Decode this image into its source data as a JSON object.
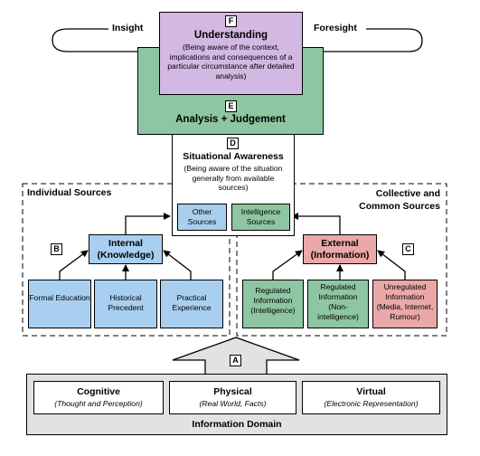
{
  "top": {
    "insight_label": "Insight",
    "foresight_label": "Foresight",
    "understanding": {
      "badge": "F",
      "title": "Understanding",
      "description": "(Being aware of the context, implications and consequences of a particular circumstance after detailed analysis)"
    },
    "analysis": {
      "badge": "E",
      "title": "Analysis + Judgement"
    },
    "situational": {
      "badge": "D",
      "title": "Situational Awareness",
      "description": "(Being aware of the situation generally from available sources)",
      "other_sources": "Other Sources",
      "intelligence_sources": "Intelligence Sources"
    }
  },
  "individual": {
    "section_title": "Individual Sources",
    "badge": "B",
    "internal_title": "Internal (Knowledge)",
    "items": [
      "Formal Education",
      "Historical Precedent",
      "Practical Experience"
    ]
  },
  "collective": {
    "section_title": "Collective and Common Sources",
    "badge": "C",
    "external_title": "External (Information)",
    "items": [
      "Regulated Information (Intelligence)",
      "Regulated Information (Non-intelligence)",
      "Unregulated Information (Media, Internet, Rumour)"
    ]
  },
  "domain": {
    "badge": "A",
    "title": "Information Domain",
    "items": [
      {
        "title": "Cognitive",
        "subtitle": "(Thought and Perception)"
      },
      {
        "title": "Physical",
        "subtitle": "(Real World, Facts)"
      },
      {
        "title": "Virtual",
        "subtitle": "(Electronic Representation)"
      }
    ]
  },
  "colors": {
    "purple": "#d3b8e3",
    "green": "#8fc6a2",
    "blue": "#a9cff0",
    "red": "#eaa8a8",
    "grey": "#e2e2e2"
  }
}
